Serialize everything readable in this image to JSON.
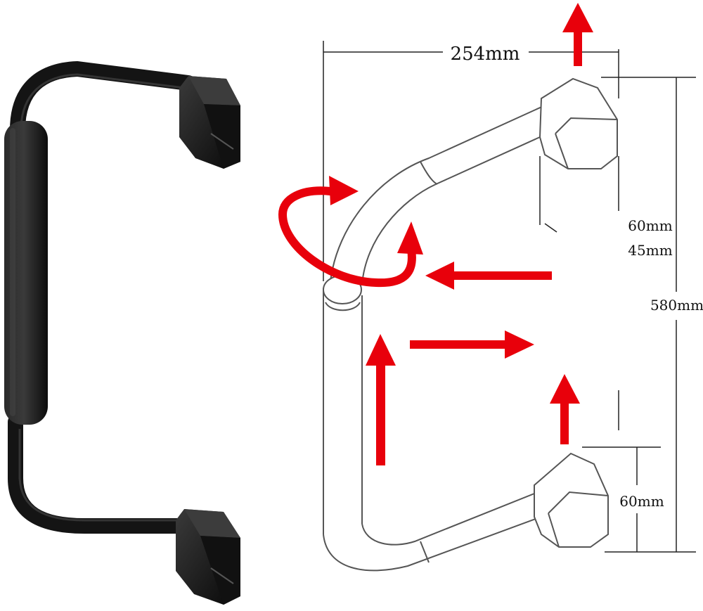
{
  "dimensions": {
    "width_label": "254mm",
    "height_label": "580mm",
    "offset_top_label": "60mm",
    "depth_label": "45mm",
    "offset_bottom_label": "60mm"
  },
  "colors": {
    "handle_black": "#141414",
    "arrow_red": "#e8000b",
    "line_gray": "#555555"
  },
  "icons": {
    "rotate": "rotate-arrow-icon",
    "arrow": "arrow-icon"
  }
}
